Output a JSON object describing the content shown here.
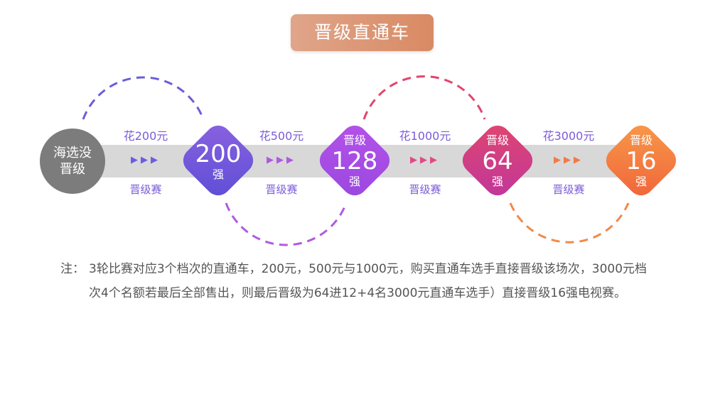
{
  "title": "晋级直通车",
  "start": {
    "line1": "海选没",
    "line2": "晋级"
  },
  "nodes": [
    {
      "top": "",
      "number": "200",
      "bottom": "强",
      "color_from": "#8a62e0",
      "color_to": "#5d4ed6"
    },
    {
      "top": "晋级",
      "number": "128",
      "bottom": "强",
      "color_from": "#b452e8",
      "color_to": "#9a48e0"
    },
    {
      "top": "晋级",
      "number": "64",
      "bottom": "强",
      "color_from": "#e0466e",
      "color_to": "#c0369c"
    },
    {
      "top": "晋级",
      "number": "16",
      "bottom": "强",
      "color_from": "#f89a4a",
      "color_to": "#f0643a"
    }
  ],
  "links": [
    {
      "price": "花200元",
      "stage": "晋级赛",
      "arrow_color": "#6b5de0"
    },
    {
      "price": "花500元",
      "stage": "晋级赛",
      "arrow_color": "#b05ae0"
    },
    {
      "price": "花1000元",
      "stage": "晋级赛",
      "arrow_color": "#e04a86"
    },
    {
      "price": "花3000元",
      "stage": "晋级赛",
      "arrow_color": "#f07a46"
    }
  ],
  "arrow_glyphs": "▶▶▶",
  "note": {
    "label": "注：",
    "text": "3轮比赛对应3个档次的直通车，200元，500元与1000元，购买直通车选手直接晋级该场次，3000元档次4个名额若最后全部售出，则最后晋级为64进12+4名3000元直通车选手）直接晋级16强电视赛。"
  },
  "colors": {
    "arc_1": "#6a5ed8",
    "arc_2": "#b05ae0",
    "arc_3": "#e0466e",
    "arc_4": "#f08a4a",
    "track": "#d8d8d8"
  }
}
